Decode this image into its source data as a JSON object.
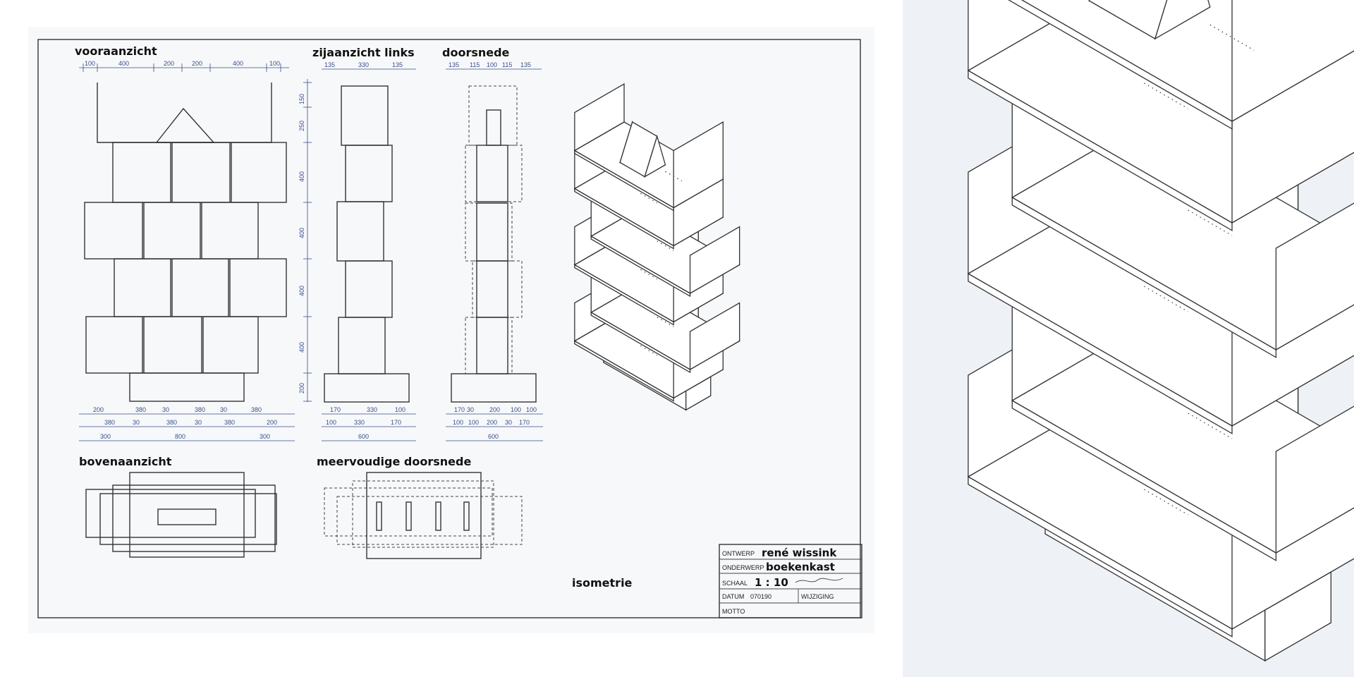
{
  "views": {
    "front": "vooraanzicht",
    "side": "zijaanzicht links",
    "section": "doorsnede",
    "top": "bovenaanzicht",
    "multi_section": "meervoudige doorsnede",
    "iso": "isometrie"
  },
  "dims": {
    "front_top": [
      "100",
      "400",
      "200",
      "200",
      "400",
      "100"
    ],
    "side_top": [
      "135",
      "330",
      "135"
    ],
    "section_top": [
      "135",
      "115",
      "100",
      "115",
      "135"
    ],
    "left_vertical": [
      "150",
      "250",
      "400",
      "400",
      "400",
      "400",
      "200"
    ],
    "front_bottom_r1": [
      "200",
      "380",
      "30",
      "380",
      "30",
      "380"
    ],
    "front_bottom_r2": [
      "380",
      "30",
      "380",
      "30",
      "380",
      "200"
    ],
    "front_bottom_r3": [
      "300",
      "800",
      "300"
    ],
    "side_bottom_r1": [
      "170",
      "330",
      "100"
    ],
    "side_bottom_r2": [
      "100",
      "330",
      "170"
    ],
    "side_bottom_r3": [
      "600"
    ],
    "section_bottom_r1": [
      "170",
      "30",
      "200",
      "100",
      "100"
    ],
    "section_bottom_r2": [
      "100",
      "100",
      "200",
      "30",
      "170"
    ],
    "section_bottom_r3": [
      "600"
    ]
  },
  "titleblock": {
    "ontwerp_label": "ONTWERP",
    "ontwerp_value": "rené wissink",
    "onderwerp_label": "ONDERWERP",
    "onderwerp_value": "boekenkast",
    "schaal_label": "SCHAAL",
    "schaal_value": "1 : 10",
    "datum_label": "DATUM",
    "datum_value": "070190",
    "wijziging_label": "WIJZIGING",
    "motto_label": "MOTTO"
  }
}
